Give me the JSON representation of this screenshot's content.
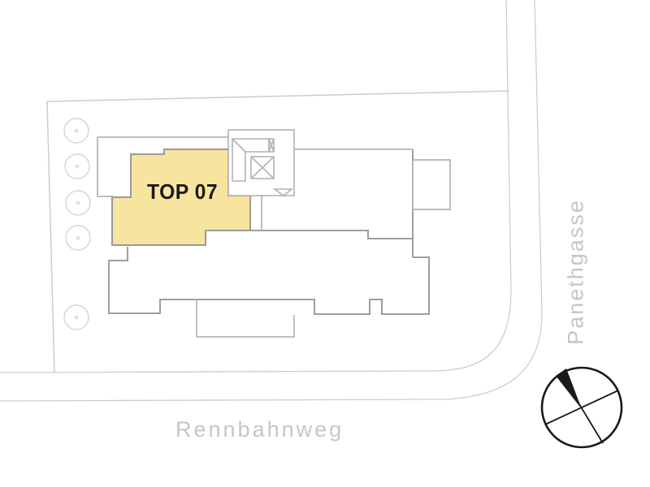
{
  "plan": {
    "title": "site-plan-unit-locator",
    "unit": {
      "label": "TOP 07"
    },
    "streets": {
      "bottom": "Rennbahnweg",
      "right": "Panethgasse"
    },
    "trees_count": 5
  },
  "icons": {
    "compass": "north-compass-icon"
  },
  "colors": {
    "unit_fill": "#F7E49E",
    "unit_border": "#9A9A9A",
    "building_line": "#A3A3A3",
    "detail_line": "#B8B8B8",
    "site_line": "#CDCDCD",
    "tree_line": "#D5D5D5",
    "street_text": "#C6C6C6",
    "unit_text": "#1A1A1A",
    "compass": "#1A1A1A"
  }
}
